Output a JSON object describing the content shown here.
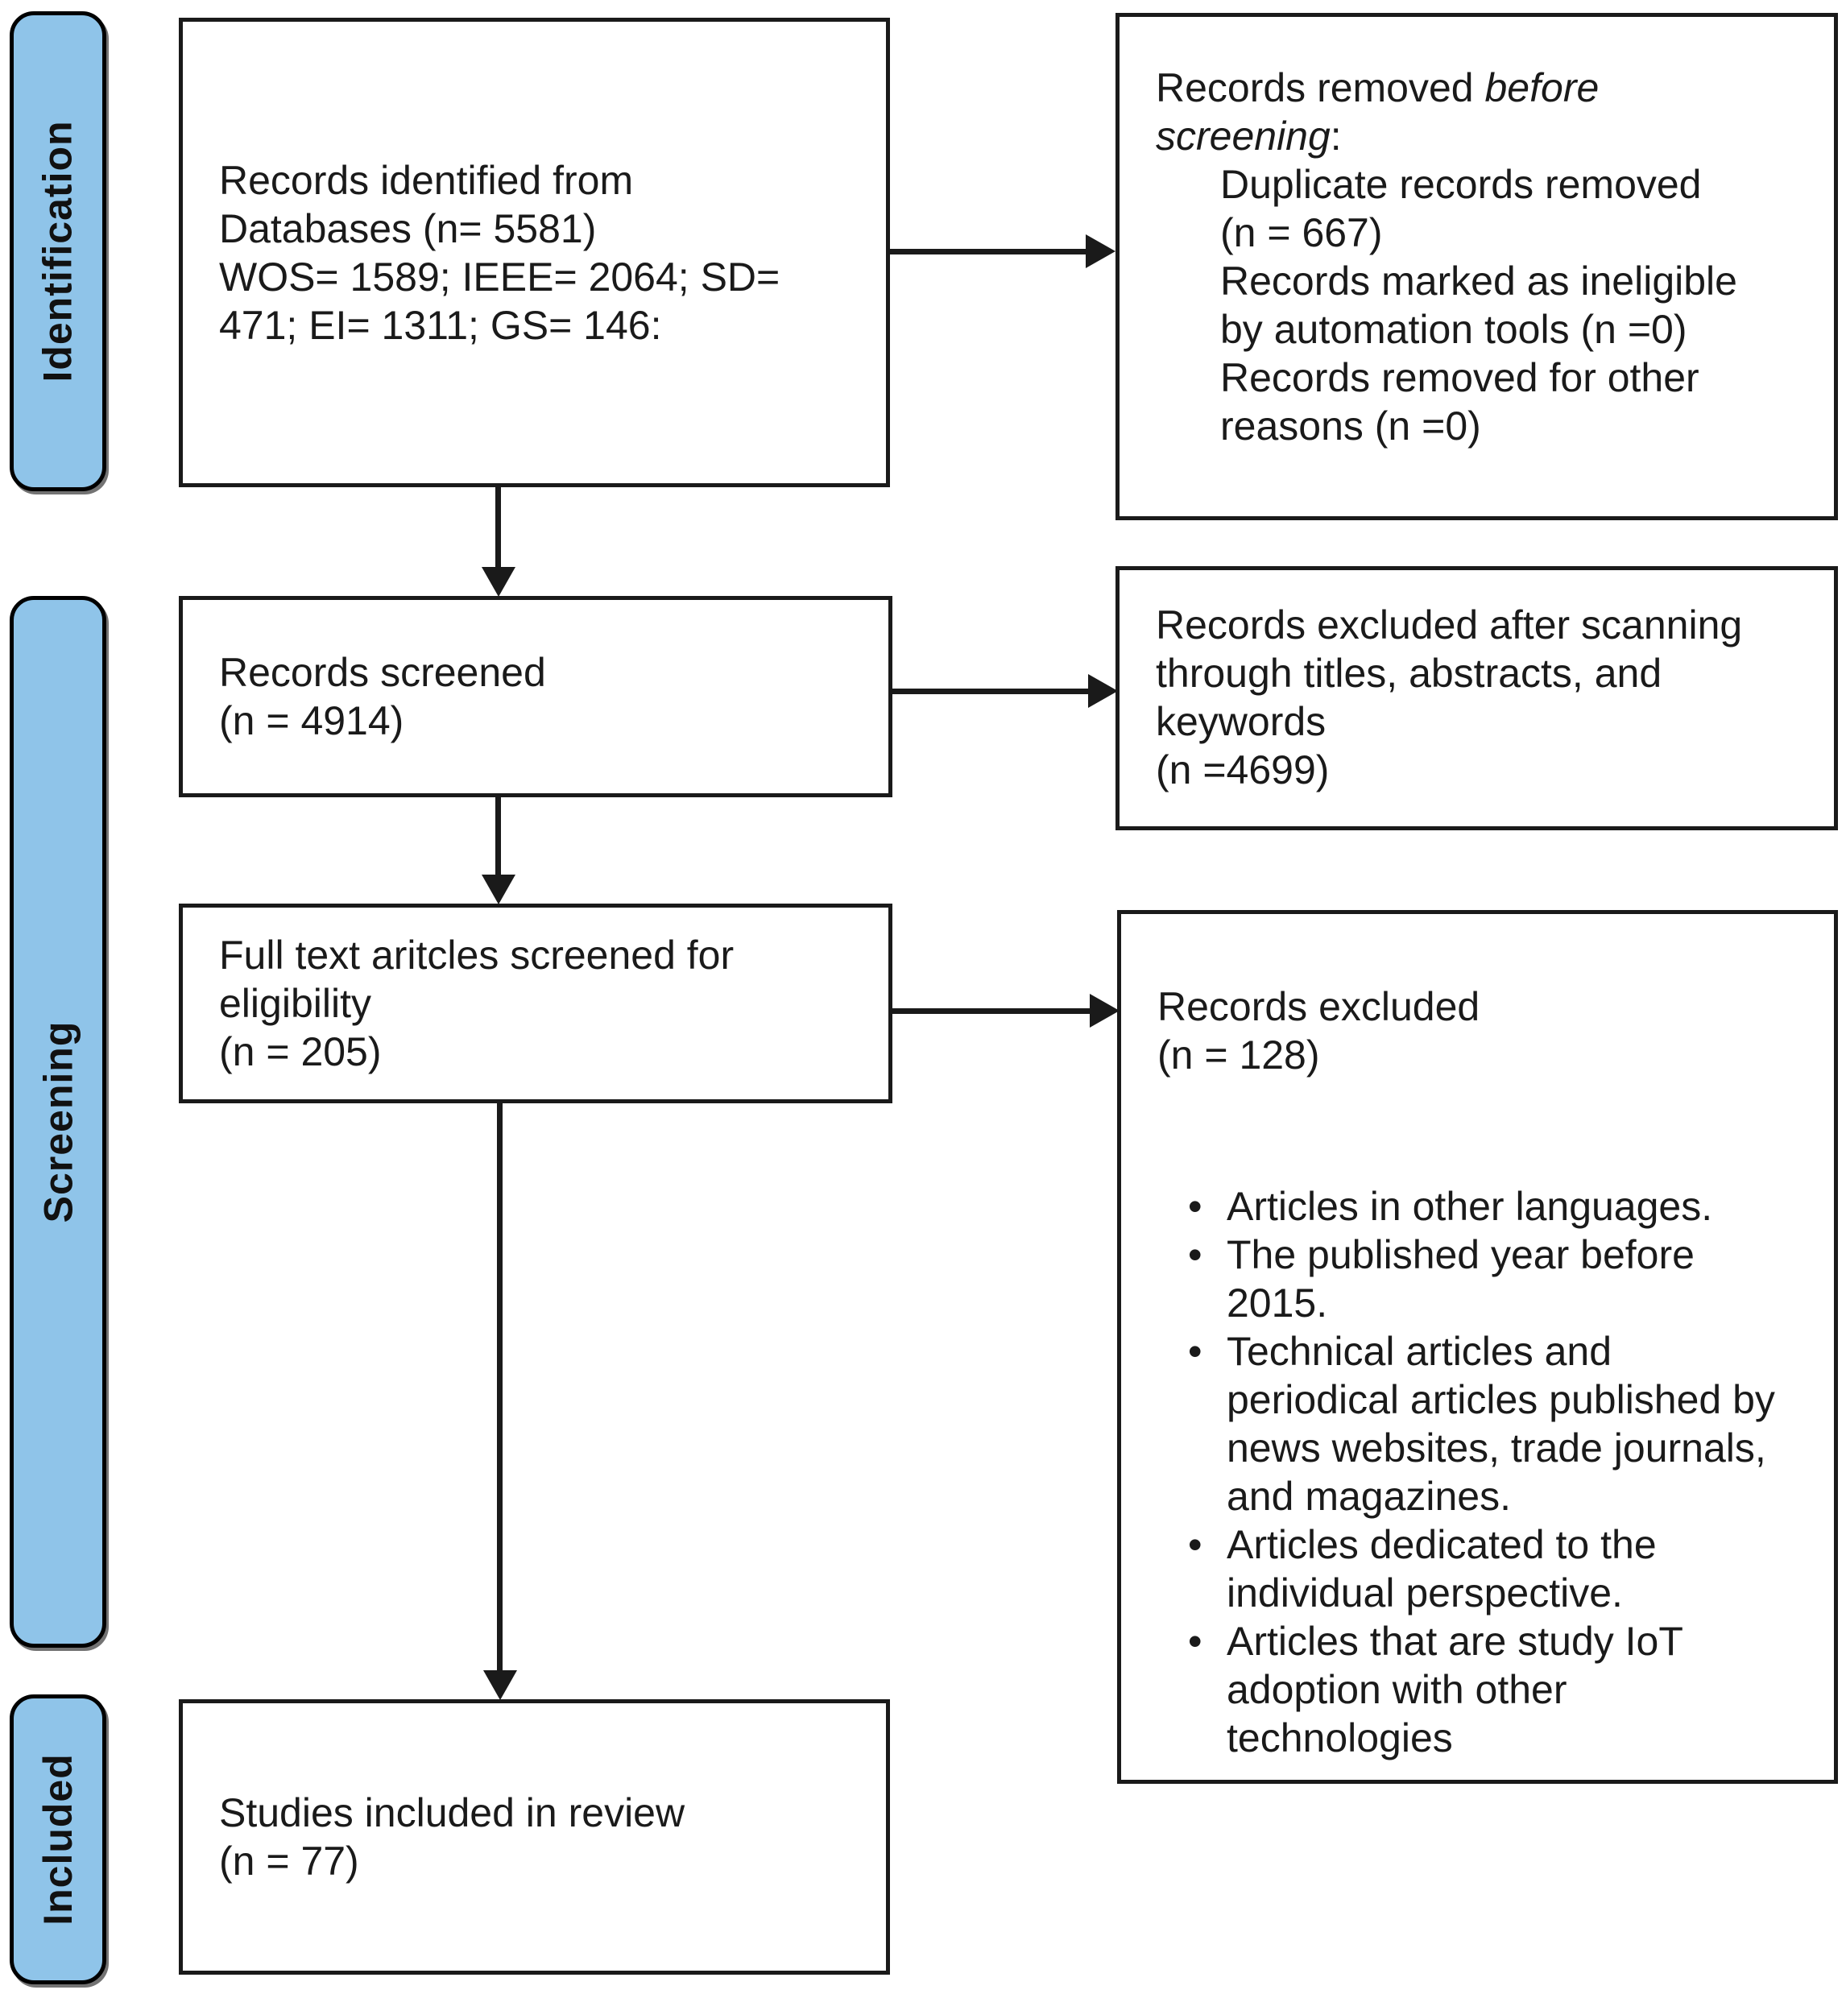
{
  "diagram_type": "prisma-flow-diagram",
  "colors": {
    "stage_fill": "#8FC4E9",
    "stage_border": "#000000",
    "box_border": "#1A1A1A",
    "text": "#1A1A1A",
    "background": "#FFFFFF"
  },
  "sidebar": {
    "identification": "Identification",
    "screening": "Screening",
    "included": "Included"
  },
  "boxes": {
    "identified": {
      "text": "Records identified from\nDatabases (n= 5581)\nWOS= 1589; IEEE= 2064; SD=\n471; EI= 1311; GS= 146:"
    },
    "removed_before": {
      "prefix": "Records removed ",
      "italic_line1": "before",
      "italic_line2": "screening",
      "suffix": ":",
      "items": [
        "Duplicate records removed\n(n = 667)",
        "Records marked as ineligible\nby automation tools (n =0)",
        "Records removed for other\nreasons (n =0)"
      ]
    },
    "screened": {
      "text": "Records screened\n(n = 4914)"
    },
    "excluded_scanning": {
      "text": "Records excluded after scanning\nthrough titles, abstracts, and\nkeywords\n(n =4699)"
    },
    "fulltext": {
      "text": "Full text aritcles screened for\neligibility\n(n = 205)"
    },
    "excluded_fulltext": {
      "title": "Records excluded\n(n = 128)",
      "bullets": [
        "Articles in other languages.",
        "The published year before\n2015.",
        "Technical articles and\nperiodical articles published by\nnews websites, trade journals,\nand magazines.",
        "Articles dedicated to the\nindividual perspective.",
        "Articles that are study IoT\nadoption with other\ntechnologies"
      ]
    },
    "included_review": {
      "text": "Studies included in review\n(n = 77)"
    }
  }
}
